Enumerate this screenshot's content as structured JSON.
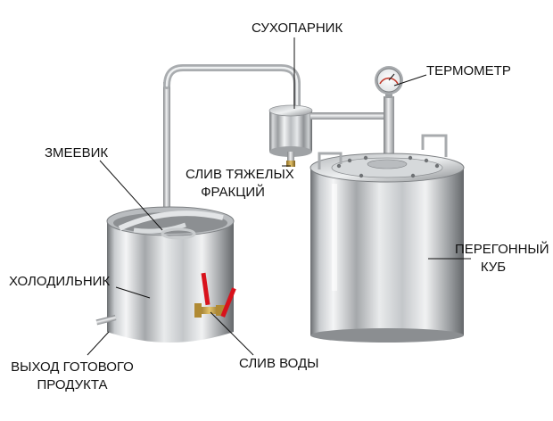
{
  "labels": {
    "dryer": "СУХОПАРНИК",
    "thermometer": "ТЕРМОМЕТР",
    "coil": "ЗМЕЕВИК",
    "heavy_drain_line1": "СЛИВ ТЯЖЕЛЫХ",
    "heavy_drain_line2": "ФРАКЦИЙ",
    "cube_line1": "ПЕРЕГОННЫЙ",
    "cube_line2": "КУБ",
    "cooler": "ХОЛОДИЛЬНИК",
    "water_drain": "СЛИВ ВОДЫ",
    "output_line1": "ВЫХОД ГОТОВОГО",
    "output_line2": "ПРОДУКТА"
  },
  "colors": {
    "text": "#111111",
    "leader_line": "#111111",
    "valve_handle": "#d8121c",
    "brass": "#c9a24a"
  }
}
